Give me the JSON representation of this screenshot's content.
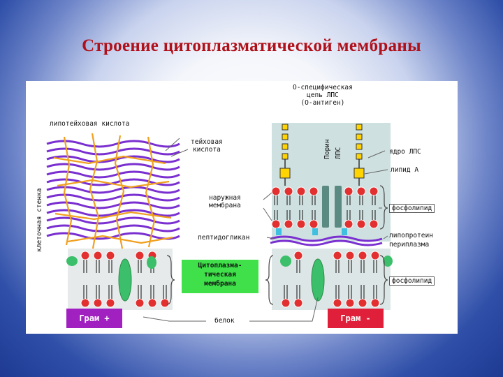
{
  "slide": {
    "title": "Строение цитоплазматической мембраны"
  },
  "diagram": {
    "labels": {
      "o_chain": "О-специфическая\nцепь ЛПС\n(О-антиген)",
      "lipoteichoic": "липотейховая кислота",
      "teichoic": "тейховая\nкислота",
      "cell_wall": "клеточная стенка",
      "porin": "Порин",
      "lps": "ЛПС",
      "lps_core": "ядро ЛПС",
      "lipid_a": "липид А",
      "outer_membrane": "наружная\nмембрана",
      "phospholipid_top": "фосфолипид",
      "peptidoglycan": "пептидогликан",
      "lipoprotein": "липопротеин",
      "periplasm": "периплазма",
      "cyto_membrane": "Цитоплазма-\nтическая\nмембрана",
      "phospholipid_bottom": "фосфолипид",
      "protein": "белок",
      "gram_pos": "Грам +",
      "gram_neg": "Грам -"
    },
    "colors": {
      "teichoic_fibers": "#7a2fd0",
      "crosslinks": "#f0a020",
      "phospholipid_head": "#e23030",
      "protein": "#3cbf6a",
      "lps_box": "#ffd400",
      "cyto_box": "#3fe04a",
      "gram_pos_bg": "#a020c0",
      "gram_neg_bg": "#e0203a",
      "membrane_band": "#c8d8d8"
    }
  }
}
